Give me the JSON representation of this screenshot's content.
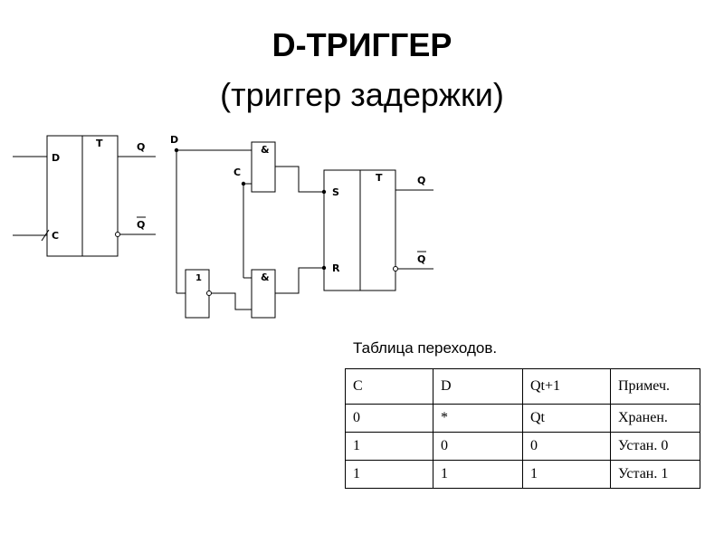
{
  "header": {
    "title": "D-ТРИГГЕР",
    "subtitle": "(триггер задержки)"
  },
  "symbol": {
    "d_label": "D",
    "c_label": "C",
    "t_label": "T",
    "q_label": "Q",
    "qbar_label": "Q"
  },
  "schematic": {
    "d_input": "D",
    "c_input": "C",
    "and_label": "&",
    "not_label": "1",
    "s_label": "S",
    "r_label": "R",
    "t_label": "T",
    "q_label": "Q",
    "qbar_label": "Q"
  },
  "table": {
    "caption": "Таблица переходов.",
    "headers": [
      "C",
      "D",
      "Qt+1",
      "Примеч."
    ],
    "rows": [
      [
        "0",
        "*",
        "Qt",
        "Хранен."
      ],
      [
        "1",
        "0",
        "0",
        "Устан. 0"
      ],
      [
        "1",
        "1",
        "1",
        "Устан. 1"
      ]
    ]
  }
}
